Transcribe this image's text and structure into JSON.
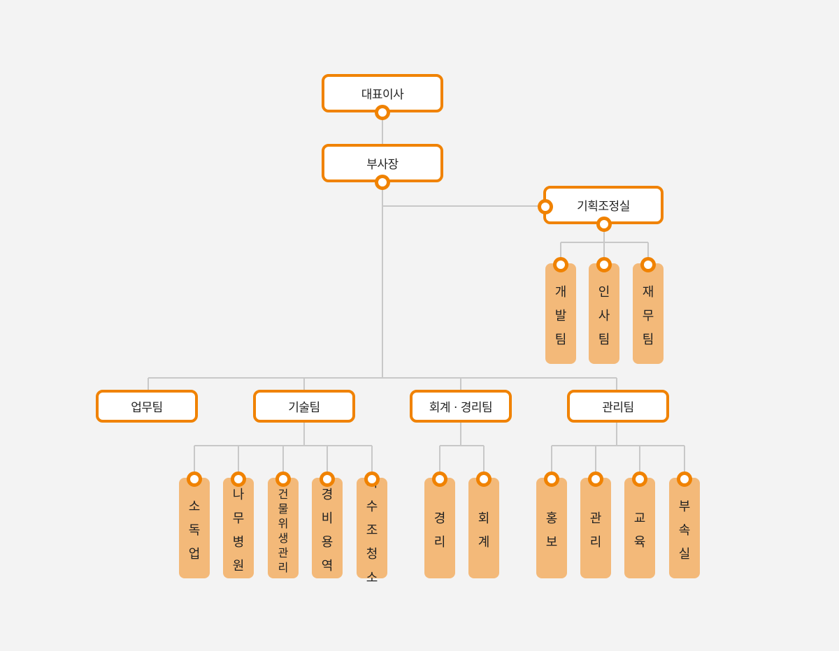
{
  "colors": {
    "accent": "#f08200",
    "tag_fill": "#f3b979",
    "line": "#c8c8c8",
    "background": "#f3f3f3"
  },
  "nodes": {
    "ceo": "대표이사",
    "vp": "부사장",
    "planning": "기획조정실",
    "dev_team": "개발팀",
    "hr_team": "인사팀",
    "finance_team": "재무팀",
    "business_team": "업무팀",
    "tech_team": "기술팀",
    "accounting_team": "회계 · 경리팀",
    "management_team": "관리팀",
    "fire_safety": "소독업",
    "tree_hospital": "나무병원",
    "building_hygiene": "건물위생관리",
    "security_service": "경비용역",
    "tank_cleaning": "저수조청소",
    "bookkeeping": "경리",
    "accounting": "회계",
    "pr": "홍보",
    "admin": "관리",
    "education": "교육",
    "affiliate": "부속실"
  }
}
